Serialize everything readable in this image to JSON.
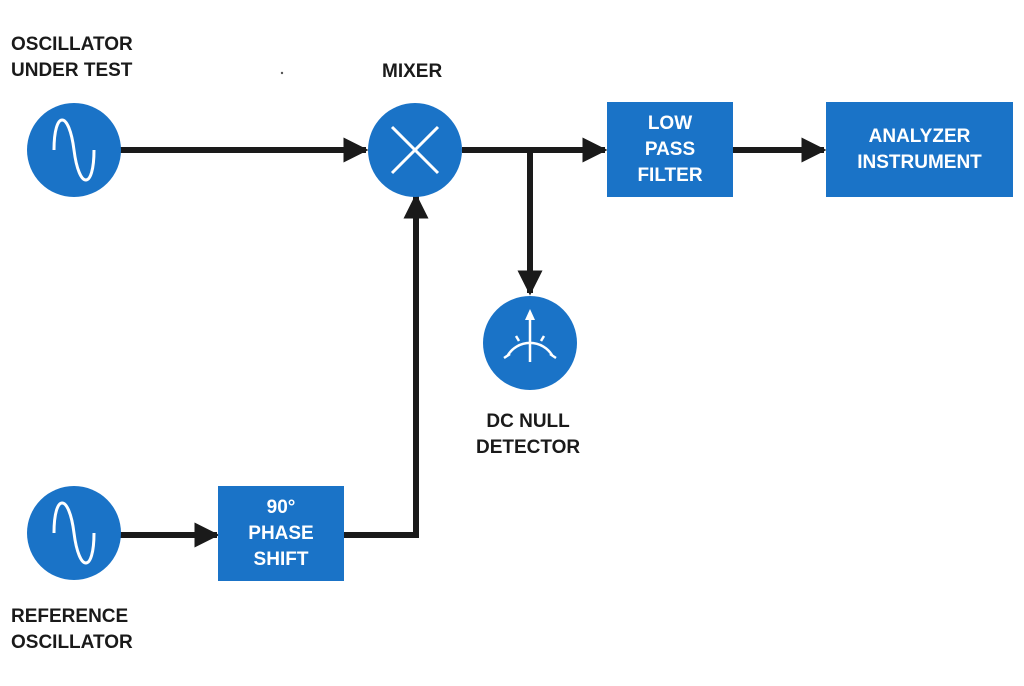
{
  "labels": {
    "oscillator_under_test": [
      "OSCILLATOR",
      "UNDER TEST"
    ],
    "mixer": "MIXER",
    "reference_oscillator": [
      "REFERENCE",
      "OSCILLATOR"
    ],
    "dc_null_detector": [
      "DC NULL",
      "DETECTOR"
    ]
  },
  "blocks": {
    "low_pass_filter": [
      "LOW",
      "PASS",
      "FILTER"
    ],
    "analyzer_instrument": [
      "ANALYZER",
      "INSTRUMENT"
    ],
    "phase_shift": [
      "90°",
      "PHASE",
      "SHIFT"
    ]
  },
  "colors": {
    "block_fill": "#1a73c7",
    "arrow": "#1a1a1a",
    "icon_stroke": "#ffffff"
  },
  "icons": {
    "oscillator_under_test": "sine-wave-icon",
    "reference_oscillator": "sine-wave-icon",
    "mixer": "multiply-x-icon",
    "dc_null_detector": "meter-gauge-icon"
  }
}
